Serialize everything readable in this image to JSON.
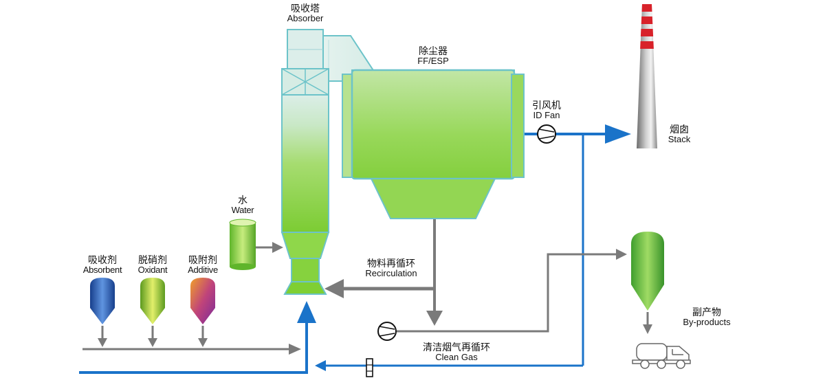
{
  "labels": {
    "absorber_zh": "吸收塔",
    "absorber_en": "Absorber",
    "esp_zh": "除尘器",
    "esp_en": "FF/ESP",
    "fan_zh": "引风机",
    "fan_en": "ID Fan",
    "stack_zh": "烟囱",
    "stack_en": "Stack",
    "water_zh": "水",
    "water_en": "Water",
    "absorbent_zh": "吸收剂",
    "absorbent_en": "Absorbent",
    "oxidant_zh": "脱硝剂",
    "oxidant_en": "Oxidant",
    "additive_zh": "吸附剂",
    "additive_en": "Additive",
    "recirc_zh": "物料再循环",
    "recirc_en": "Recirculation",
    "cleangas_zh": "清洁烟气再循环",
    "cleangas_en": "Clean Gas",
    "byproducts_zh": "副产物",
    "byproducts_en": "By-products"
  },
  "colors": {
    "blue_flow": "#1a73c9",
    "gray_flow": "#7a7a7a",
    "vessel_green": "#8ed64a",
    "vessel_light": "#dcefe6",
    "outline": "#4ab9c2",
    "stack_red": "#d8222a",
    "absorbent_blue": "#2a5fb8",
    "oxidant_green": "#8cc63f",
    "additive_orange": "#e07a2a"
  }
}
